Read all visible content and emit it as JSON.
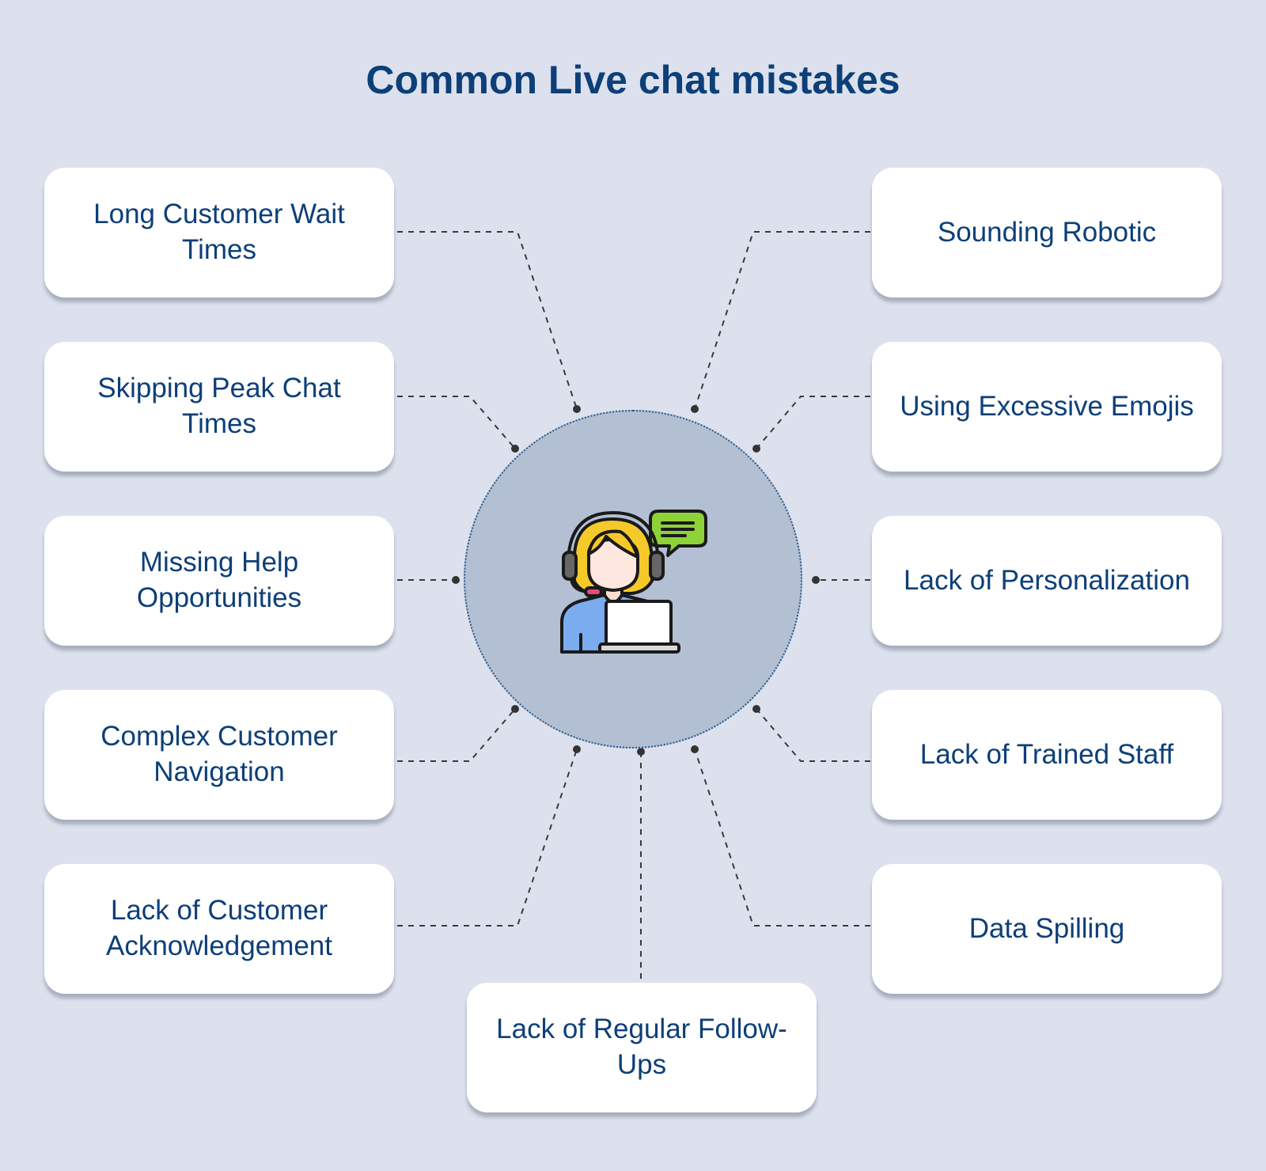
{
  "title": "Common Live chat mistakes",
  "colors": {
    "background": "#dce1ed",
    "title_text": "#0d3f78",
    "card_background": "#ffffff",
    "hub_fill": "#b3bfd3",
    "connector": "#3a3a3a"
  },
  "hub": {
    "icon": "customer-support-agent-icon"
  },
  "mistakes": {
    "left": [
      "Long Customer Wait Times",
      "Skipping Peak Chat Times",
      "Missing Help Opportunities",
      "Complex Customer Navigation",
      "Lack of Customer Acknowledgement"
    ],
    "right": [
      "Sounding Robotic",
      "Using Excessive Emojis",
      "Lack of Personalization",
      "Lack of Trained Staff",
      "Data Spilling"
    ],
    "bottom": "Lack of Regular Follow-Ups"
  }
}
